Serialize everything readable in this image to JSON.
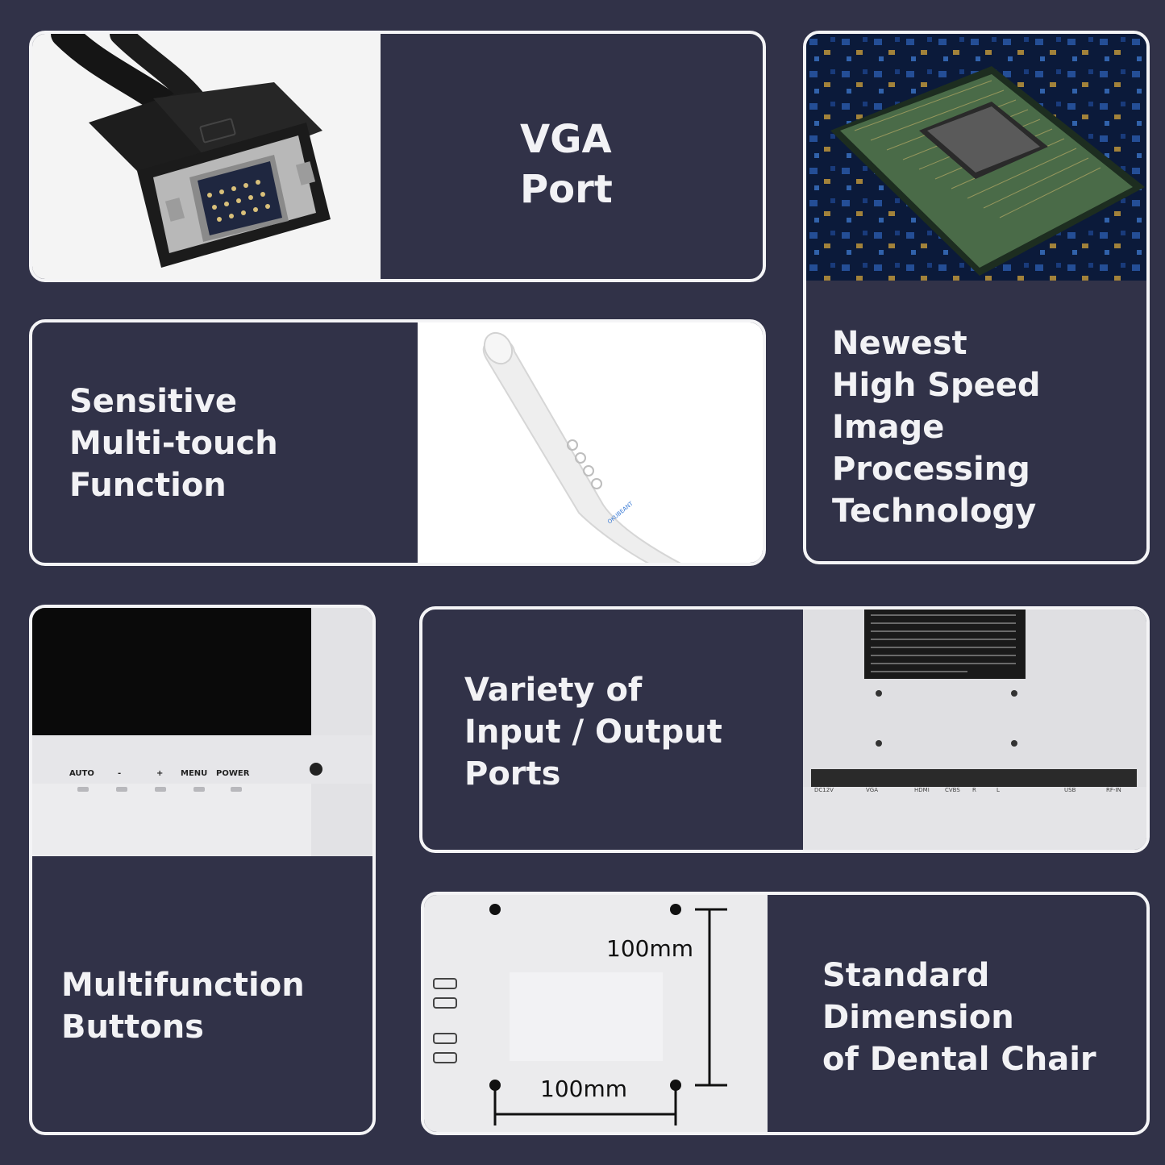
{
  "features": {
    "vga": {
      "lines": [
        "VGA",
        "Port"
      ]
    },
    "multitouch": {
      "lines": [
        "Sensitive",
        "Multi-touch",
        "Function"
      ]
    },
    "processing": {
      "lines": [
        "Newest",
        "High Speed",
        "Image",
        "Processing",
        "Technology"
      ]
    },
    "ports": {
      "lines": [
        "Variety of",
        "Input / Output",
        "Ports"
      ]
    },
    "buttons": {
      "lines": [
        "Multifunction",
        "Buttons"
      ]
    },
    "dimension": {
      "lines": [
        "Standard",
        "Dimension",
        "of Dental Chair"
      ]
    }
  },
  "monitor_buttons": [
    "AUTO",
    "-",
    "+",
    "MENU",
    "POWER"
  ],
  "rear_panel_ports": [
    "DC12V",
    "VGA",
    "HDMI",
    "CVBS",
    "R",
    "L",
    "RF-IN",
    "USB"
  ],
  "camera_brand": "OKUBEANT",
  "mount": {
    "vertical_label": "100mm",
    "horizontal_label": "100mm"
  },
  "colors": {
    "background": "#313248",
    "card_border": "#f4f4f6",
    "text": "#f2f2f5"
  }
}
